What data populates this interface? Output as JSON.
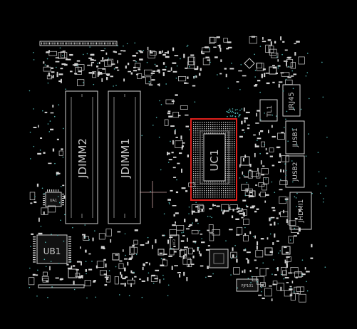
{
  "board": {
    "background": "#000000",
    "outline_color": "#d0d0d0",
    "highlight_color": "#e0201c",
    "via_color": "#4fb3b0"
  },
  "components": {
    "dimm2": "JDIMM2",
    "dimm1": "JDIMM1",
    "cpu": "UC1",
    "pch": "UB1",
    "ua1": "UA1",
    "uc2": "UC2",
    "tl1": "TL1",
    "rj45": "JRJ45",
    "usb1": "JUSB1",
    "usb2": "JUSB2",
    "hdmi": "JHDMI1",
    "pjp": "PJP101"
  }
}
